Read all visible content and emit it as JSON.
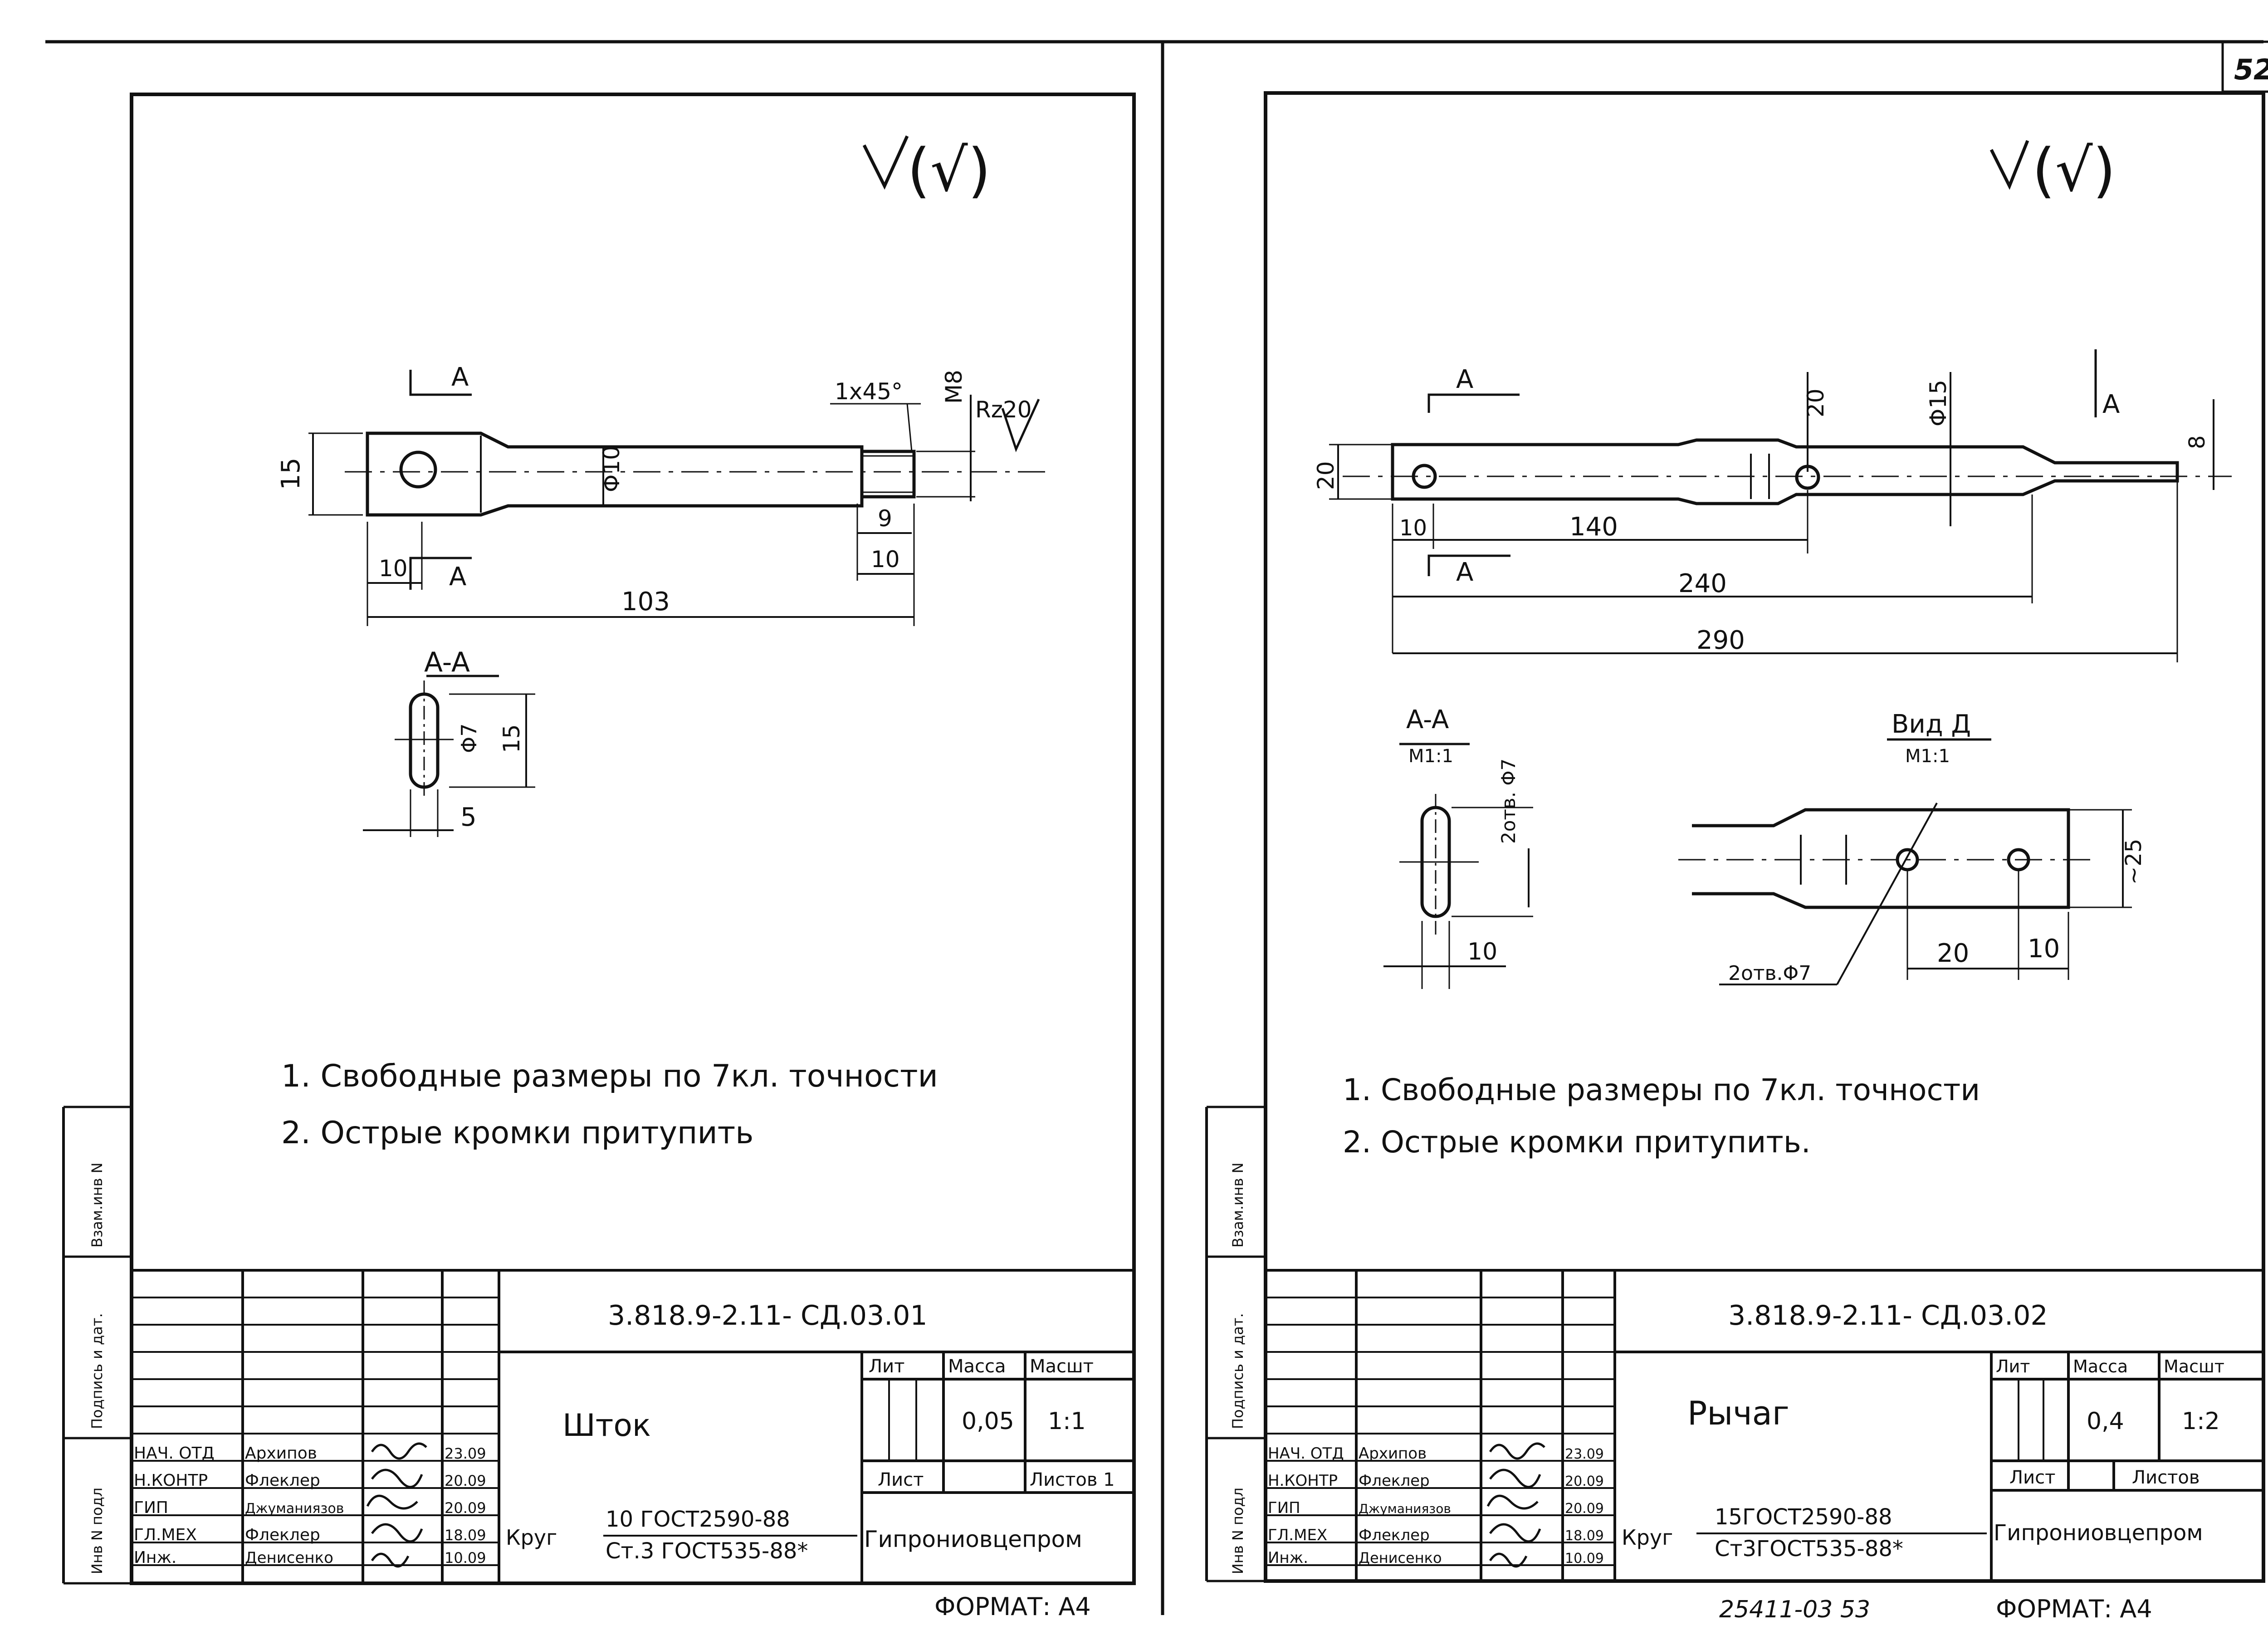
{
  "page_number": "52",
  "left": {
    "surface": "(√)",
    "dims": {
      "a_top": "A",
      "a_bot": "A",
      "d15": "15",
      "chamfer": "1x45°",
      "m8": "M8",
      "rz": "Rz20",
      "phi10": "Φ10",
      "d9": "9",
      "d10b": "10",
      "d10": "10",
      "d103": "103"
    },
    "section": {
      "title": "A-A",
      "phi7": "Φ7",
      "h15": "15",
      "w5": "5"
    },
    "notes": [
      "1. Свободные размеры по 7кл. точности",
      "2. Острые кромки притупить"
    ],
    "designation": "3.818.9-2.11-  СД.03.01",
    "part_name": "Шток",
    "material_top": "10 ГОСТ2590-88",
    "material_bottom": "Ст.3 ГОСТ535-88*",
    "material_prefix": "Круг",
    "mass": "0,05",
    "scale": "1:1",
    "org": "Гипрониовцепром",
    "format": "ФОРМАТ: А4",
    "roles": [
      "НАЧ. ОТД",
      "Н.КОНТР",
      "ГИП",
      "ГЛ.МЕХ",
      "Инж."
    ],
    "names": [
      "Архипов",
      "Флеклер",
      "Джуманиязов",
      "Флеклер",
      "Денисенко"
    ],
    "dates": [
      "23.09",
      "20.09",
      "20.09",
      "18.09",
      "10.09"
    ],
    "hdr_lit": "Лит",
    "hdr_mass": "Масса",
    "hdr_scale": "Масшт",
    "hdr_sheet": "Лист",
    "hdr_sheets": "Листов 1"
  },
  "right": {
    "surface": "(√)",
    "dims": {
      "a_top": "A",
      "a_bot": "A",
      "a_right": "A",
      "d20": "20",
      "d20t": "20",
      "phi15": "Φ15",
      "d8": "8",
      "d10": "10",
      "d140": "140",
      "d240": "240",
      "d290": "290"
    },
    "section": {
      "title": "A-A",
      "scale": "M1:1",
      "holes": "2отв. Φ7",
      "w10": "10"
    },
    "view": {
      "title": "Вид Д",
      "scale": "M1:1",
      "holes": "2отв.Φ7",
      "d25": "~25",
      "d20": "20",
      "d10": "10"
    },
    "notes": [
      "1. Свободные размеры по 7кл. точности",
      "2. Острые кромки притупить."
    ],
    "designation": "3.818.9-2.11-  СД.03.02",
    "part_name": "Рычаг",
    "material_top": "15ГОСТ2590-88",
    "material_bottom": "Ст3ГОСТ535-88*",
    "material_prefix": "Круг",
    "mass": "0,4",
    "scale": "1:2",
    "org": "Гипрониовцепром",
    "format": "ФОРМАТ: А4",
    "roles": [
      "НАЧ. ОТД",
      "Н.КОНТР",
      "ГИП",
      "ГЛ.МЕХ",
      "Инж."
    ],
    "names": [
      "Архипов",
      "Флеклер",
      "Джуманиязов",
      "Флеклер",
      "Денисенко"
    ],
    "dates": [
      "23.09",
      "20.09",
      "20.09",
      "18.09",
      "10.09"
    ],
    "hdr_lit": "Лит",
    "hdr_mass": "Масса",
    "hdr_scale": "Масшт",
    "hdr_sheet": "Лист",
    "hdr_sheets": "Листов",
    "footer_code": "25411-03  53"
  },
  "side_stamp": [
    "Инв N подл",
    "Подпись и дат.",
    "Взам.инв N"
  ]
}
